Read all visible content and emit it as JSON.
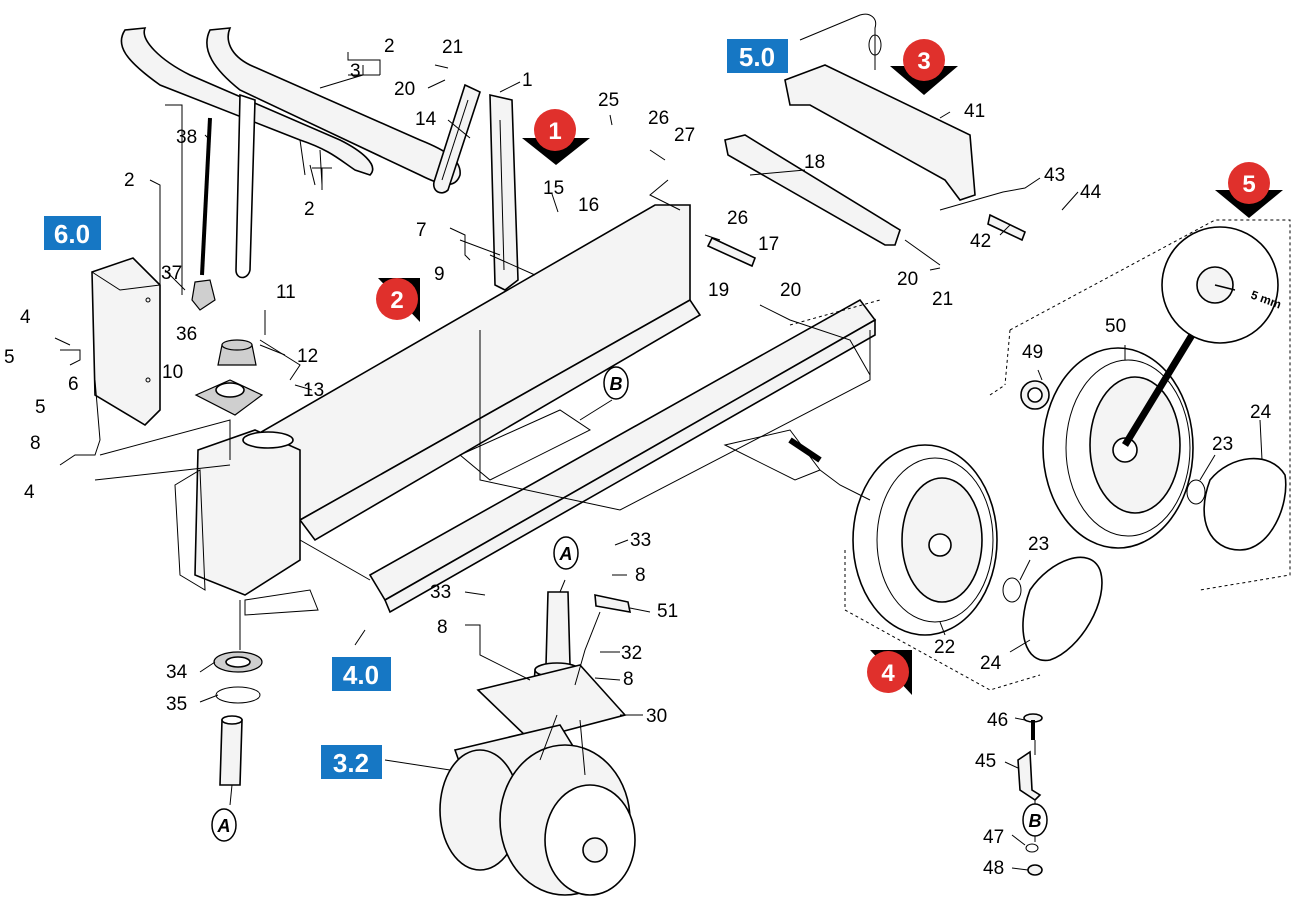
{
  "part_labels": [
    {
      "id": "lbl-2a",
      "text": "2"
    },
    {
      "id": "lbl-3",
      "text": "3"
    },
    {
      "id": "lbl-21a",
      "text": "21"
    },
    {
      "id": "lbl-20a",
      "text": "20"
    },
    {
      "id": "lbl-1",
      "text": "1"
    },
    {
      "id": "lbl-14",
      "text": "14"
    },
    {
      "id": "lbl-38",
      "text": "38"
    },
    {
      "id": "lbl-2b",
      "text": "2"
    },
    {
      "id": "lbl-2c",
      "text": "2"
    },
    {
      "id": "lbl-25",
      "text": "25"
    },
    {
      "id": "lbl-26a",
      "text": "26"
    },
    {
      "id": "lbl-27",
      "text": "27"
    },
    {
      "id": "lbl-15",
      "text": "15"
    },
    {
      "id": "lbl-16",
      "text": "16"
    },
    {
      "id": "lbl-7",
      "text": "7"
    },
    {
      "id": "lbl-9",
      "text": "9"
    },
    {
      "id": "lbl-26b",
      "text": "26"
    },
    {
      "id": "lbl-17",
      "text": "17"
    },
    {
      "id": "lbl-18",
      "text": "18"
    },
    {
      "id": "lbl-41",
      "text": "41"
    },
    {
      "id": "lbl-43",
      "text": "43"
    },
    {
      "id": "lbl-44",
      "text": "44"
    },
    {
      "id": "lbl-42",
      "text": "42"
    },
    {
      "id": "lbl-20b",
      "text": "20"
    },
    {
      "id": "lbl-21b",
      "text": "21"
    },
    {
      "id": "lbl-19",
      "text": "19"
    },
    {
      "id": "lbl-20c",
      "text": "20"
    },
    {
      "id": "lbl-37",
      "text": "37"
    },
    {
      "id": "lbl-11",
      "text": "11"
    },
    {
      "id": "lbl-36",
      "text": "36"
    },
    {
      "id": "lbl-12",
      "text": "12"
    },
    {
      "id": "lbl-10",
      "text": "10"
    },
    {
      "id": "lbl-13",
      "text": "13"
    },
    {
      "id": "lbl-4a",
      "text": "4"
    },
    {
      "id": "lbl-5a",
      "text": "5"
    },
    {
      "id": "lbl-6",
      "text": "6"
    },
    {
      "id": "lbl-5b",
      "text": "5"
    },
    {
      "id": "lbl-8a",
      "text": "8"
    },
    {
      "id": "lbl-4b",
      "text": "4"
    },
    {
      "id": "lbl-49",
      "text": "49"
    },
    {
      "id": "lbl-50",
      "text": "50"
    },
    {
      "id": "lbl-24a",
      "text": "24"
    },
    {
      "id": "lbl-23a",
      "text": "23"
    },
    {
      "id": "lbl-23b",
      "text": "23"
    },
    {
      "id": "lbl-22",
      "text": "22"
    },
    {
      "id": "lbl-24b",
      "text": "24"
    },
    {
      "id": "lbl-33a",
      "text": "33"
    },
    {
      "id": "lbl-8b",
      "text": "8"
    },
    {
      "id": "lbl-33b",
      "text": "33"
    },
    {
      "id": "lbl-51",
      "text": "51"
    },
    {
      "id": "lbl-8c",
      "text": "8"
    },
    {
      "id": "lbl-32",
      "text": "32"
    },
    {
      "id": "lbl-8d",
      "text": "8"
    },
    {
      "id": "lbl-30",
      "text": "30"
    },
    {
      "id": "lbl-34",
      "text": "34"
    },
    {
      "id": "lbl-35",
      "text": "35"
    },
    {
      "id": "lbl-46",
      "text": "46"
    },
    {
      "id": "lbl-45",
      "text": "45"
    },
    {
      "id": "lbl-47",
      "text": "47"
    },
    {
      "id": "lbl-48",
      "text": "48"
    }
  ],
  "section_refs": [
    {
      "id": "ref-5-0",
      "text": "5.0"
    },
    {
      "id": "ref-6-0",
      "text": "6.0"
    },
    {
      "id": "ref-4-0",
      "text": "4.0"
    },
    {
      "id": "ref-3-2",
      "text": "3.2"
    }
  ],
  "view_markers": [
    {
      "id": "view-1",
      "text": "1"
    },
    {
      "id": "view-2",
      "text": "2"
    },
    {
      "id": "view-3",
      "text": "3"
    },
    {
      "id": "view-4",
      "text": "4"
    },
    {
      "id": "view-5",
      "text": "5"
    }
  ],
  "connection_refs": [
    {
      "id": "conn-a-1",
      "text": "A"
    },
    {
      "id": "conn-a-2",
      "text": "A"
    },
    {
      "id": "conn-b-1",
      "text": "B"
    },
    {
      "id": "conn-b-2",
      "text": "B"
    }
  ],
  "dimension": {
    "text": "5 mm"
  },
  "colors": {
    "section_blue": "#1677c4",
    "marker_red": "#e0302c",
    "line": "#000000"
  }
}
